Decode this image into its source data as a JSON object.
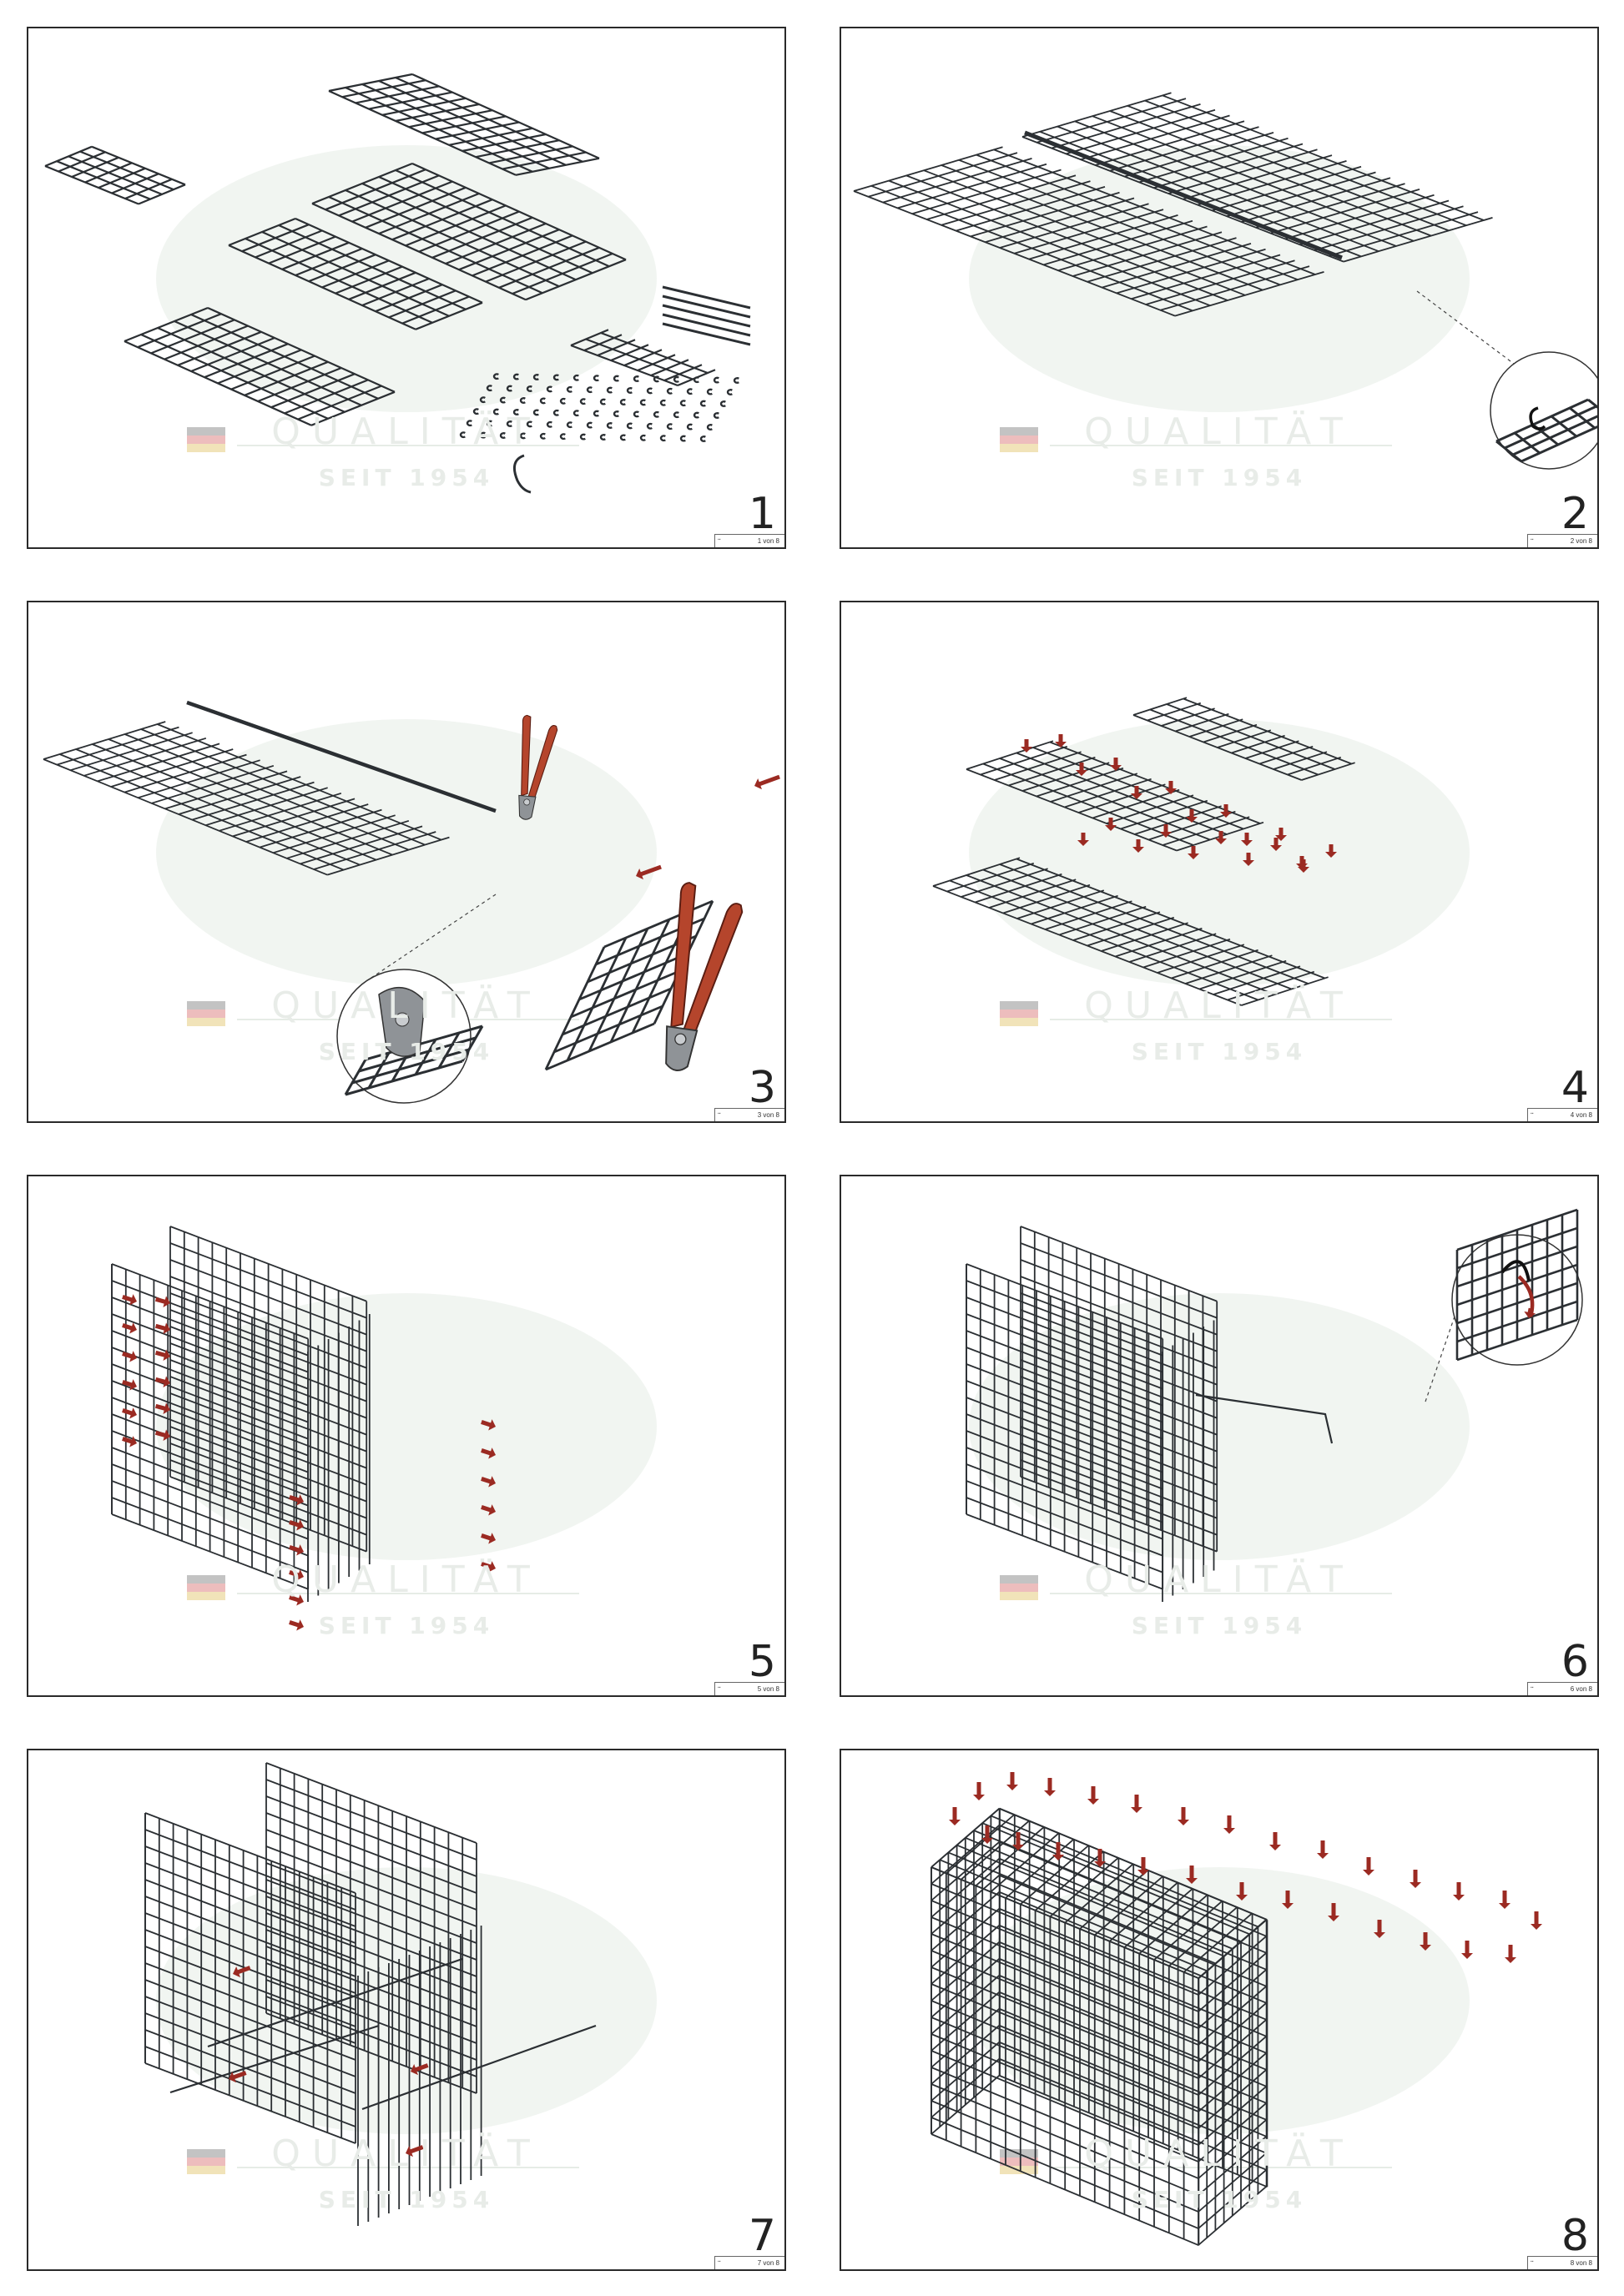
{
  "watermark": {
    "quality": "QUALITÄT",
    "since": "SEIT 1954"
  },
  "colors": {
    "wire": "#2b2f33",
    "arrow": "#9b2a22",
    "handle": "#b5452c",
    "watermark": "#e6ece6"
  },
  "panels": [
    {
      "step": "1",
      "page": "1 von 8",
      "drawing": "mesh-panels-and-clips-icon"
    },
    {
      "step": "2",
      "page": "2 von 8",
      "drawing": "joined-mesh-with-spiral-icon"
    },
    {
      "step": "3",
      "page": "3 von 8",
      "drawing": "clip-pliers-icon"
    },
    {
      "step": "4",
      "page": "4 von 8",
      "drawing": "cross-mesh-icon"
    },
    {
      "step": "5",
      "page": "5 von 8",
      "drawing": "folded-walls-icon"
    },
    {
      "step": "6",
      "page": "6 von 8",
      "drawing": "spacer-hook-icon"
    },
    {
      "step": "7",
      "page": "7 von 8",
      "drawing": "spacers-installed-icon"
    },
    {
      "step": "8",
      "page": "8 von 8",
      "drawing": "closed-gabion-icon"
    }
  ]
}
